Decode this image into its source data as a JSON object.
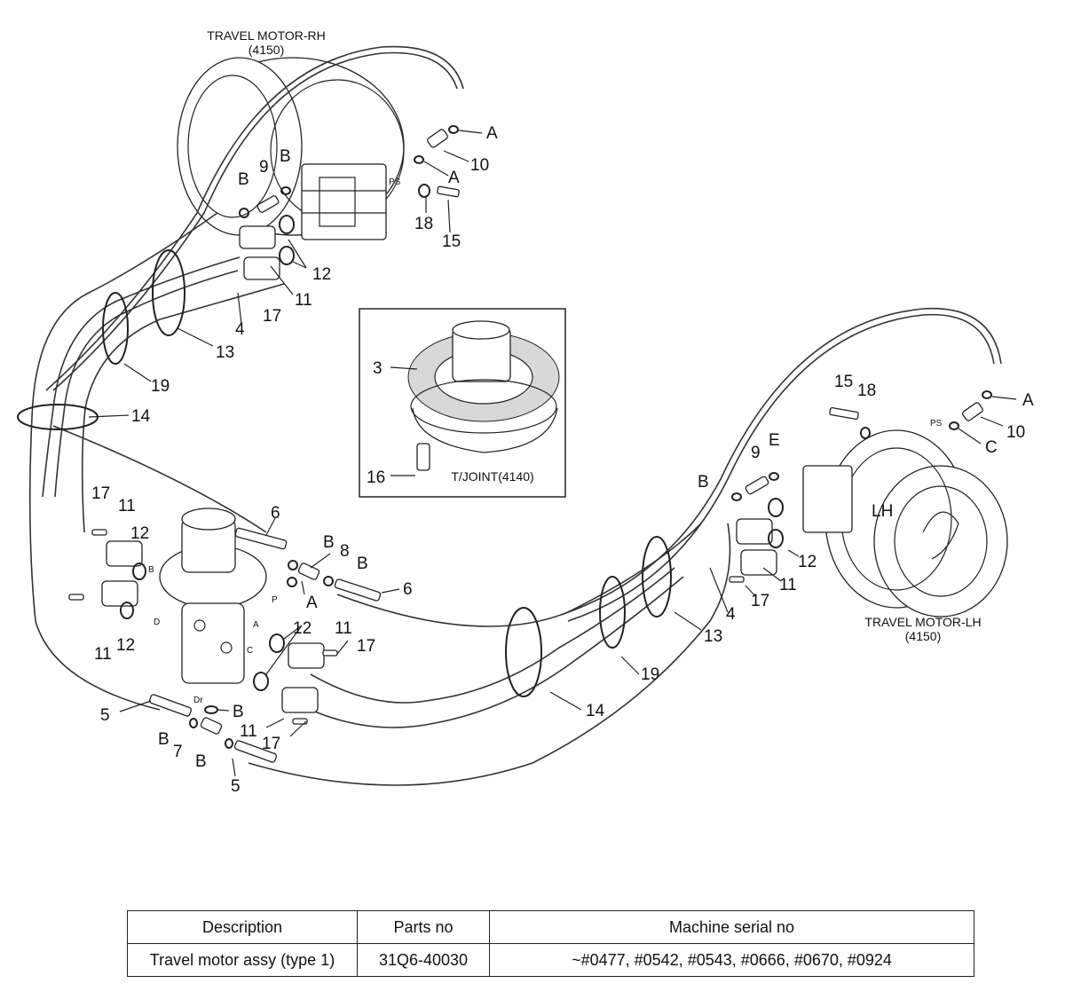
{
  "diagram": {
    "motor_rh": {
      "name": "TRAVEL MOTOR-RH",
      "code": "(4150)"
    },
    "motor_lh": {
      "name": "TRAVEL MOTOR-LH",
      "code": "(4150)",
      "badge": "LH"
    },
    "joint_label": "T/JOINT(4140)",
    "callouts": [
      {
        "id": "A-rh-1",
        "text": "A"
      },
      {
        "id": "10-rh",
        "text": "10"
      },
      {
        "id": "A-rh-2",
        "text": "A"
      },
      {
        "id": "9-rh",
        "text": "9"
      },
      {
        "id": "B-rh-1",
        "text": "B"
      },
      {
        "id": "B-rh-2",
        "text": "B"
      },
      {
        "id": "18-rh",
        "text": "18"
      },
      {
        "id": "15-rh",
        "text": "15"
      },
      {
        "id": "12-rh",
        "text": "12"
      },
      {
        "id": "11-rh",
        "text": "11"
      },
      {
        "id": "17-rh",
        "text": "17"
      },
      {
        "id": "4-rh",
        "text": "4"
      },
      {
        "id": "13-rh",
        "text": "13"
      },
      {
        "id": "19-rh",
        "text": "19"
      },
      {
        "id": "14-left",
        "text": "14"
      },
      {
        "id": "3",
        "text": "3"
      },
      {
        "id": "16",
        "text": "16"
      },
      {
        "id": "15-lh",
        "text": "15"
      },
      {
        "id": "18-lh",
        "text": "18"
      },
      {
        "id": "A-lh",
        "text": "A"
      },
      {
        "id": "10-lh",
        "text": "10"
      },
      {
        "id": "C-lh",
        "text": "C"
      },
      {
        "id": "9-lh",
        "text": "9"
      },
      {
        "id": "E-lh",
        "text": "E"
      },
      {
        "id": "B-lh",
        "text": "B"
      },
      {
        "id": "12-lh",
        "text": "12"
      },
      {
        "id": "11-lh",
        "text": "11"
      },
      {
        "id": "17-lh",
        "text": "17"
      },
      {
        "id": "4-lh",
        "text": "4"
      },
      {
        "id": "13-lh",
        "text": "13"
      },
      {
        "id": "19-lh",
        "text": "19"
      },
      {
        "id": "14-mid",
        "text": "14"
      },
      {
        "id": "6-top",
        "text": "6"
      },
      {
        "id": "B-8a",
        "text": "B"
      },
      {
        "id": "8",
        "text": "8"
      },
      {
        "id": "B-8b",
        "text": "B"
      },
      {
        "id": "A-p",
        "text": "A"
      },
      {
        "id": "6-mid",
        "text": "6"
      },
      {
        "id": "17-l1",
        "text": "17"
      },
      {
        "id": "11-l1",
        "text": "11"
      },
      {
        "id": "12-l1",
        "text": "12"
      },
      {
        "id": "11-l2",
        "text": "11"
      },
      {
        "id": "12-l2",
        "text": "12"
      },
      {
        "id": "12-c1",
        "text": "12"
      },
      {
        "id": "11-c1",
        "text": "11"
      },
      {
        "id": "17-c1",
        "text": "17"
      },
      {
        "id": "B-dr",
        "text": "B"
      },
      {
        "id": "11-c2",
        "text": "11"
      },
      {
        "id": "17-c2",
        "text": "17"
      },
      {
        "id": "5-top",
        "text": "5"
      },
      {
        "id": "B-7a",
        "text": "B"
      },
      {
        "id": "7",
        "text": "7"
      },
      {
        "id": "B-7b",
        "text": "B"
      },
      {
        "id": "5-bot",
        "text": "5"
      }
    ],
    "port_labels": [
      {
        "id": "ps-rh",
        "text": "PS"
      },
      {
        "id": "ps-lh",
        "text": "PS"
      },
      {
        "id": "port-p",
        "text": "P"
      },
      {
        "id": "port-a",
        "text": "A"
      },
      {
        "id": "port-c",
        "text": "C"
      },
      {
        "id": "port-d",
        "text": "D"
      },
      {
        "id": "port-b",
        "text": "B"
      },
      {
        "id": "port-dr",
        "text": "Dr"
      }
    ]
  },
  "parts_table": {
    "headers": {
      "description": "Description",
      "parts_no": "Parts no",
      "serial": "Machine serial no"
    },
    "rows": [
      {
        "description": "Travel motor assy (type 1)",
        "parts_no": "31Q6-40030",
        "serial": "~#0477, #0542, #0543, #0666, #0670, #0924"
      }
    ]
  }
}
